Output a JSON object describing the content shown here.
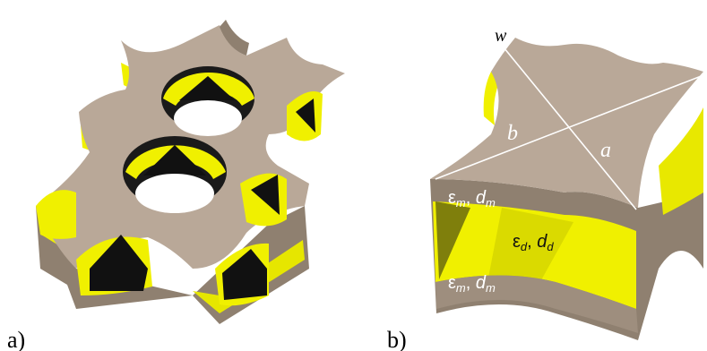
{
  "panels": {
    "a": {
      "label": "a)"
    },
    "b": {
      "label": "b)",
      "dimensions": {
        "w": "w",
        "b": "b",
        "a": "a"
      },
      "layers": {
        "top_metal": {
          "eps": "ε",
          "eps_sub": "m",
          "sep": ", ",
          "d": "d",
          "d_sub": "m"
        },
        "dielectric": {
          "eps": "ε",
          "eps_sub": "d",
          "sep": ", ",
          "d": "d",
          "d_sub": "d"
        },
        "bottom_metal": {
          "eps": "ε",
          "eps_sub": "m",
          "sep": ", ",
          "d": "d",
          "d_sub": "m"
        }
      }
    }
  },
  "colors": {
    "metal_top": "#b9a898",
    "metal_side": "#8f8070",
    "metal_dark": "#6e6258",
    "dielectric": "#f0f000",
    "dielectric_dark": "#c8c800",
    "shadow": "#1a1a1a",
    "line": "#ffffff"
  }
}
